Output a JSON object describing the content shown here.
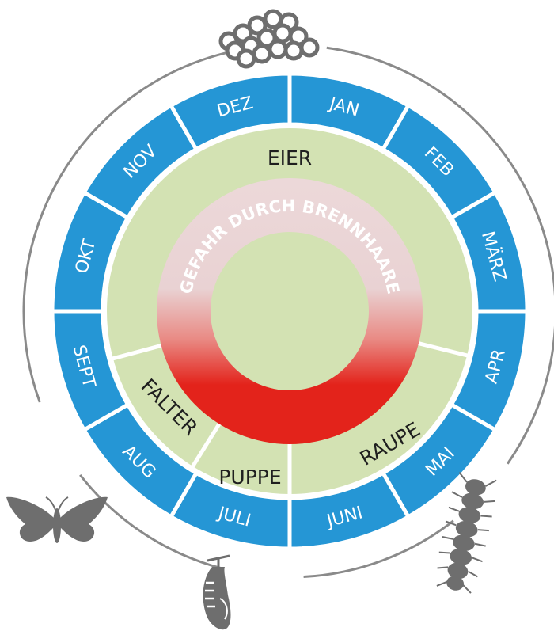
{
  "months": [
    "JAN",
    "FEB",
    "MÄRZ",
    "APR",
    "MAI",
    "JUNI",
    "JULI",
    "AUG",
    "SEPT",
    "OKT",
    "NOV",
    "DEZ"
  ],
  "phases": {
    "eggs": "EIER",
    "moth": "FALTER",
    "pupa": "PUPPE",
    "caterpillar": "RAUPE"
  },
  "danger_label": "GEFAHR DURCH BRENNHAARE",
  "colors": {
    "month_ring": "#2596d5",
    "phase_fill": "#d3e2b3",
    "danger_red": "#e3231b",
    "danger_pale": "#ecd8d9",
    "outline_gray": "#8a8a8a",
    "icon_gray": "#6e6e6e"
  },
  "icons": [
    "eggs-icon",
    "moth-icon",
    "pupa-icon",
    "caterpillar-icon"
  ]
}
